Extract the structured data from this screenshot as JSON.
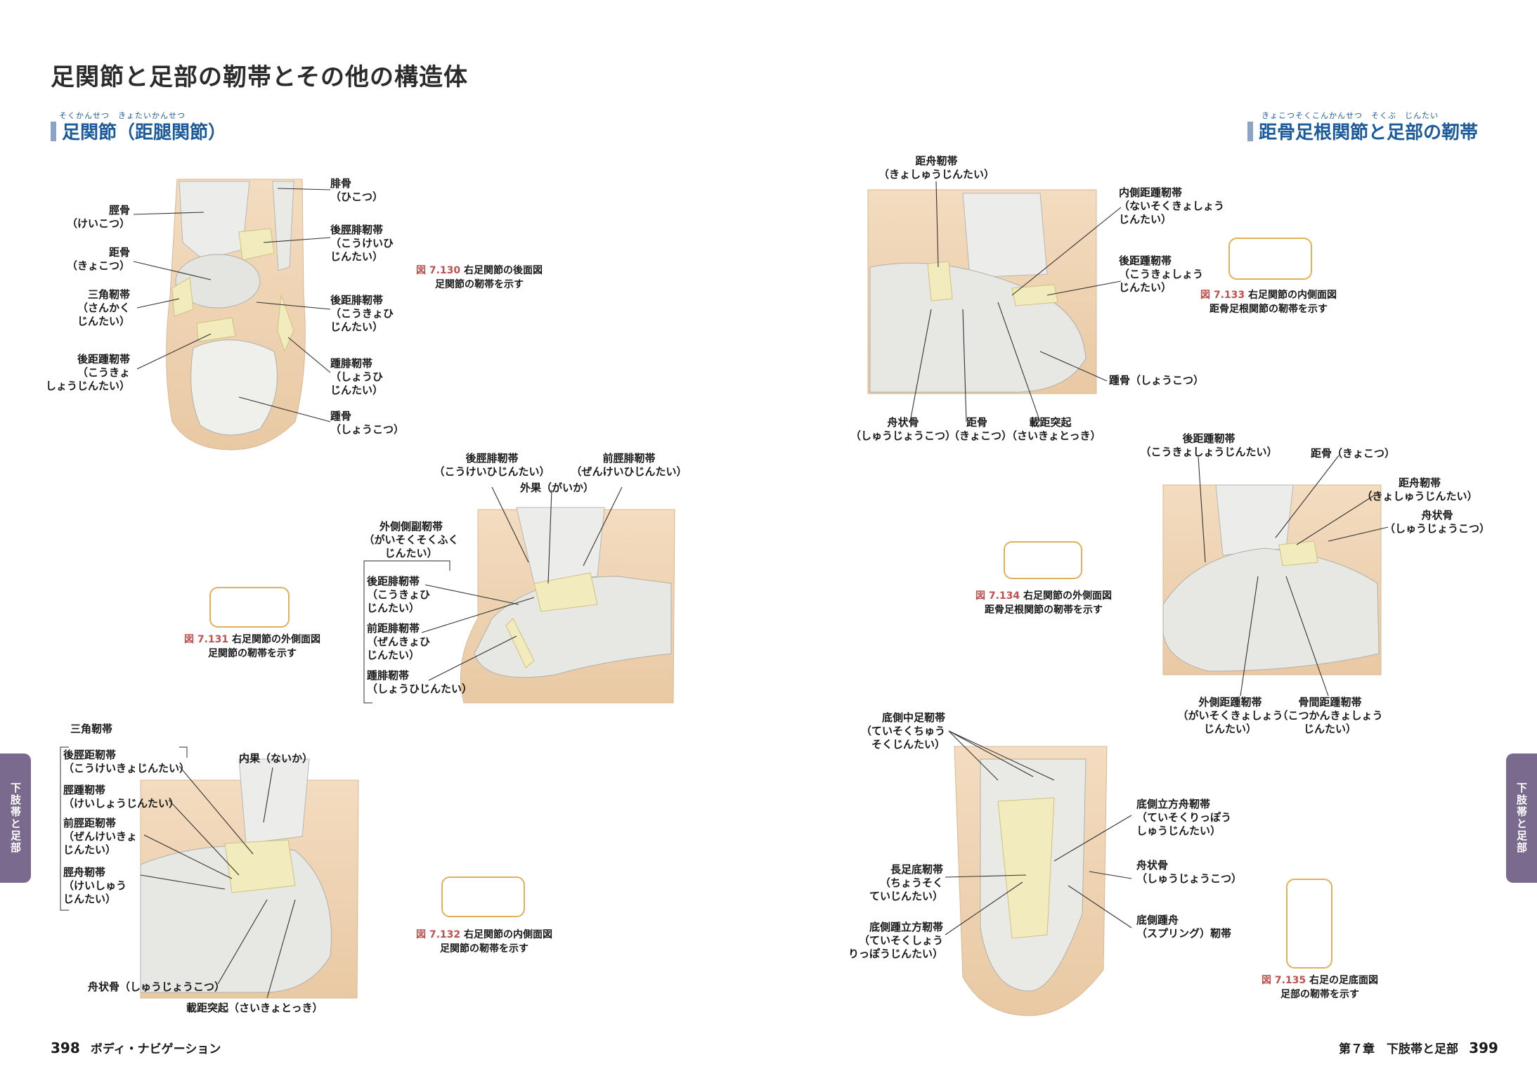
{
  "page": {
    "title": "足関節と足部の靭帯とその他の構造体",
    "left_section": {
      "ruby": "そくかんせつ　きょたいかんせつ",
      "title": "足関節（距腿関節）"
    },
    "right_section": {
      "ruby": "きょこつそくこんかんせつ　そくぶ　じんたい",
      "title": "距骨足根関節と足部の靭帯"
    },
    "tabs": {
      "left": "下肢帯と足部",
      "right": "下肢帯と足部"
    },
    "footer_left": {
      "page": "398",
      "text": "ボディ・ナビゲーション"
    },
    "footer_right": {
      "chapter": "第７章　下肢帯と足部",
      "page": "399"
    }
  },
  "figures": {
    "f130": {
      "num": "図 7.130",
      "caption1": "右足関節の後面図",
      "caption2": "足関節の靭帯を示す"
    },
    "f131": {
      "num": "図 7.131",
      "caption1": "右足関節の外側面図",
      "caption2": "足関節の靭帯を示す"
    },
    "f132": {
      "num": "図 7.132",
      "caption1": "右足関節の内側面図",
      "caption2": "足関節の靭帯を示す"
    },
    "f133": {
      "num": "図 7.133",
      "caption1": "右足関節の内側面図",
      "caption2": "距骨足根関節の靭帯を示す"
    },
    "f134": {
      "num": "図 7.134",
      "caption1": "右足関節の外側面図",
      "caption2": "距骨足根関節の靭帯を示す"
    },
    "f135": {
      "num": "図 7.135",
      "caption1": "右足の足底面図",
      "caption2": "足部の靭帯を示す"
    }
  },
  "labels": {
    "a1": "腓骨\n（ひこつ）",
    "a2": "脛骨\n（けいこつ）",
    "a3": "後脛腓靭帯\n（こうけいひ\nじんたい）",
    "a4": "距骨\n（きょこつ）",
    "a5": "三角靭帯\n（さんかく\nじんたい）",
    "a6": "後距腓靭帯\n（こうきょひ\nじんたい）",
    "a7": "後距踵靭帯\n（こうきょ\nしょうじんたい）",
    "a8": "踵腓靭帯\n（しょうひ\nじんたい）",
    "a9": "踵骨\n（しょうこつ）",
    "b1": "後脛腓靭帯\n（こうけいひじんたい）",
    "b2": "前脛腓靭帯\n（ぜんけいひじんたい）",
    "b3": "外果（がいか）",
    "b4": "外側側副靭帯\n（がいそくそくふく\nじんたい）",
    "b5": "後距腓靭帯\n（こうきょひ\nじんたい）",
    "b6": "前距腓靭帯\n（ぜんきょひ\nじんたい）",
    "b7": "踵腓靭帯\n（しょうひじんたい）",
    "c0": "三角靭帯",
    "c1": "後脛距靭帯\n（こうけいきょじんたい）",
    "c2": "脛踵靭帯\n（けいしょうじんたい）",
    "c3": "前脛距靭帯\n（ぜんけいきょ\nじんたい）",
    "c4": "脛舟靭帯\n（けいしゅう\nじんたい）",
    "c5": "内果（ないか）",
    "c6": "舟状骨（しゅうじょうこつ）",
    "c7": "載距突起（さいきょとっき）",
    "d1": "距舟靭帯\n（きょしゅうじんたい）",
    "d2": "内側距踵靭帯\n（ないそくきょしょう\nじんたい）",
    "d3": "後距踵靭帯\n（こうきょしょう\nじんたい）",
    "d4": "踵骨（しょうこつ）",
    "d5": "舟状骨\n（しゅうじょうこつ）",
    "d6": "距骨\n（きょこつ）",
    "d7": "載距突起\n（さいきょとっき）",
    "e1": "後距踵靭帯\n（こうきょしょうじんたい）",
    "e2": "距骨（きょこつ）",
    "e3": "距舟靭帯\n（きょしゅうじんたい）",
    "e4": "舟状骨\n（しゅうじょうこつ）",
    "e5": "外側距踵靭帯\n（がいそくきょしょう\nじんたい）",
    "e6": "骨間距踵靭帯\n（こつかんきょしょう\nじんたい）",
    "g1": "底側中足靭帯\n（ていそくちゅう\nそくじんたい）",
    "g2": "底側立方舟靭帯\n（ていそくりっぽう\nしゅうじんたい）",
    "g3": "舟状骨\n（しゅうじょうこつ）",
    "g4": "長足底靭帯\n（ちょうそく\nていじんたい）",
    "g5": "底側踵舟\n（スプリング）靭帯",
    "g6": "底側踵立方靭帯\n（ていそくしょう\nりっぽうじんたい）"
  }
}
